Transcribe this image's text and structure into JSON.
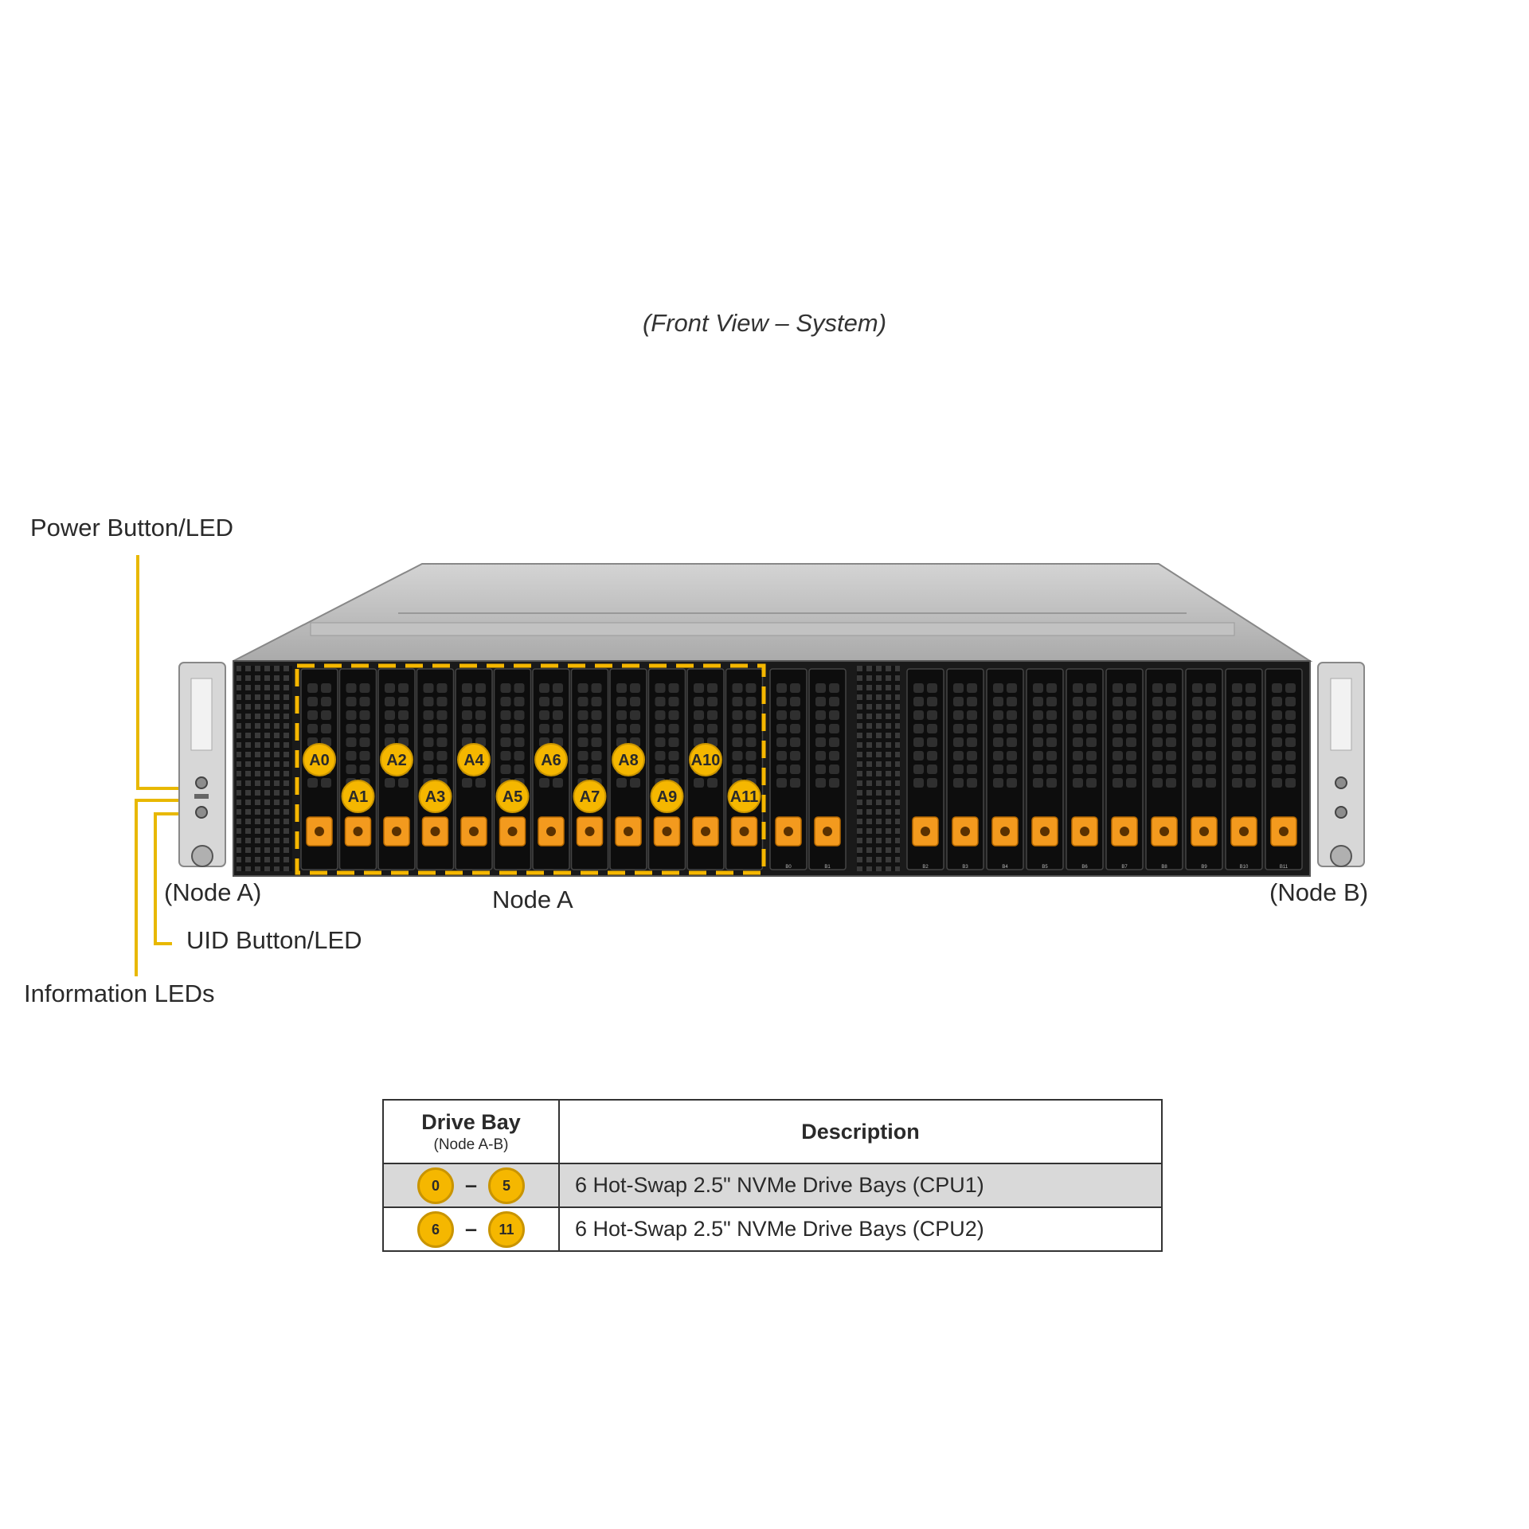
{
  "caption": "(Front View – System)",
  "callouts": {
    "power": "Power Button/LED",
    "uid": "UID Button/LED",
    "info": "Information LEDs",
    "node_a_paren": "(Node A)",
    "node_b_paren": "(Node B)",
    "node_a": "Node A"
  },
  "bays_node_a": [
    "A0",
    "A1",
    "A2",
    "A3",
    "A4",
    "A5",
    "A6",
    "A7",
    "A8",
    "A9",
    "A10",
    "A11"
  ],
  "bay_labels_node_b": [
    "B0",
    "B1",
    "B2",
    "B3",
    "B4",
    "B5",
    "B6",
    "B7",
    "B8",
    "B9",
    "B10",
    "B11"
  ],
  "colors": {
    "accent": "#f5b700",
    "drive_tab": "#f39a1e",
    "callout_line": "#e8b800",
    "chassis": "#b9b9b9",
    "face": "#111111"
  },
  "legend": {
    "header_bay": "Drive Bay",
    "header_bay_sub": "(Node A-B)",
    "header_desc": "Description",
    "rows": [
      {
        "from": "0",
        "dash": "–",
        "to": "5",
        "desc": "6 Hot-Swap 2.5\" NVMe Drive Bays (CPU1)"
      },
      {
        "from": "6",
        "dash": "–",
        "to": "11",
        "desc": "6 Hot-Swap 2.5\" NVMe Drive Bays (CPU2)"
      }
    ]
  }
}
